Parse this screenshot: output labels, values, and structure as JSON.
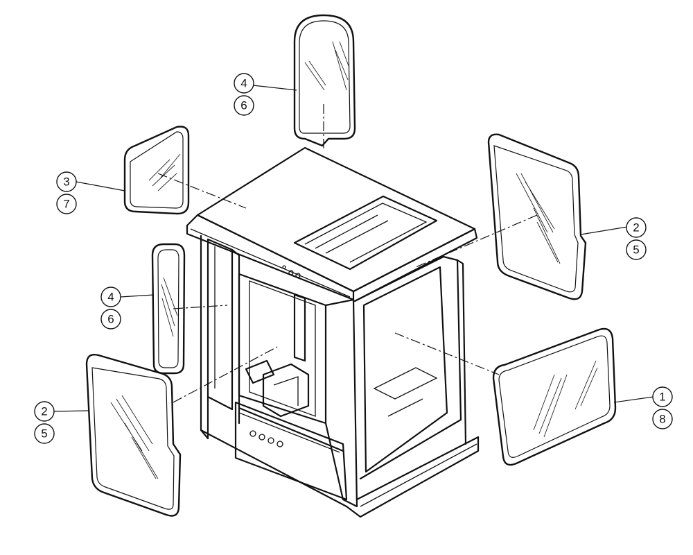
{
  "callouts": [
    {
      "id": "top-upper",
      "label": "4"
    },
    {
      "id": "top-lower",
      "label": "6"
    },
    {
      "id": "upper-left-upper",
      "label": "3"
    },
    {
      "id": "upper-left-lower",
      "label": "7"
    },
    {
      "id": "right-upper-upper",
      "label": "2"
    },
    {
      "id": "right-upper-lower",
      "label": "5"
    },
    {
      "id": "mid-left-upper",
      "label": "4"
    },
    {
      "id": "mid-left-lower",
      "label": "6"
    },
    {
      "id": "lower-left-upper",
      "label": "2"
    },
    {
      "id": "lower-left-lower",
      "label": "5"
    },
    {
      "id": "lower-right-upper",
      "label": "1"
    },
    {
      "id": "lower-right-lower",
      "label": "8"
    }
  ]
}
